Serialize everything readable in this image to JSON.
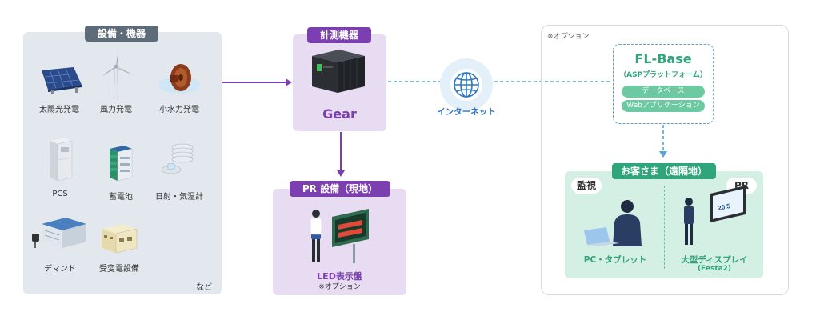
{
  "equipment": {
    "title": "設備・機器",
    "items": [
      {
        "label": "太陽光発電",
        "icon": "solar-panel-icon"
      },
      {
        "label": "風力発電",
        "icon": "wind-turbine-icon"
      },
      {
        "label": "小水力発電",
        "icon": "water-turbine-icon"
      },
      {
        "label": "PCS",
        "icon": "pcs-cabinet-icon"
      },
      {
        "label": "蓄電池",
        "icon": "battery-icon"
      },
      {
        "label": "日射・気温計",
        "icon": "pyranometer-icon"
      },
      {
        "label": "デマンド",
        "icon": "demand-meter-icon"
      },
      {
        "label": "受変電設備",
        "icon": "substation-icon"
      }
    ],
    "etc": "など"
  },
  "gear": {
    "title": "計測機器",
    "name": "Gear"
  },
  "pr": {
    "title": "PR 設備（現地）",
    "label": "LED表示盤",
    "note": "※オプション"
  },
  "internet": {
    "label": "インターネット"
  },
  "option_area": {
    "note": "※オプション",
    "flbase": {
      "name": "FL-Base",
      "sub": "（ASPプラットフォーム）",
      "pills": [
        "データベース",
        "Webアプリケーション"
      ]
    },
    "customer": {
      "title": "お客さま（遠隔地）",
      "monitor": {
        "tag": "監視",
        "label": "PC・タブレット"
      },
      "pr": {
        "tag": "PR",
        "label": "大型ディスプレイ",
        "sub": "(Festa2)",
        "screen": "20.5"
      }
    }
  },
  "colors": {
    "purple": "#7b3fb0",
    "purple_light": "#e8dcf3",
    "blue_grey": "#e3e8ee",
    "blue_grey_dark": "#5e6b78",
    "green": "#2ea57a",
    "green_light": "#d4efe3",
    "dash_blue": "#5aa2d8"
  }
}
